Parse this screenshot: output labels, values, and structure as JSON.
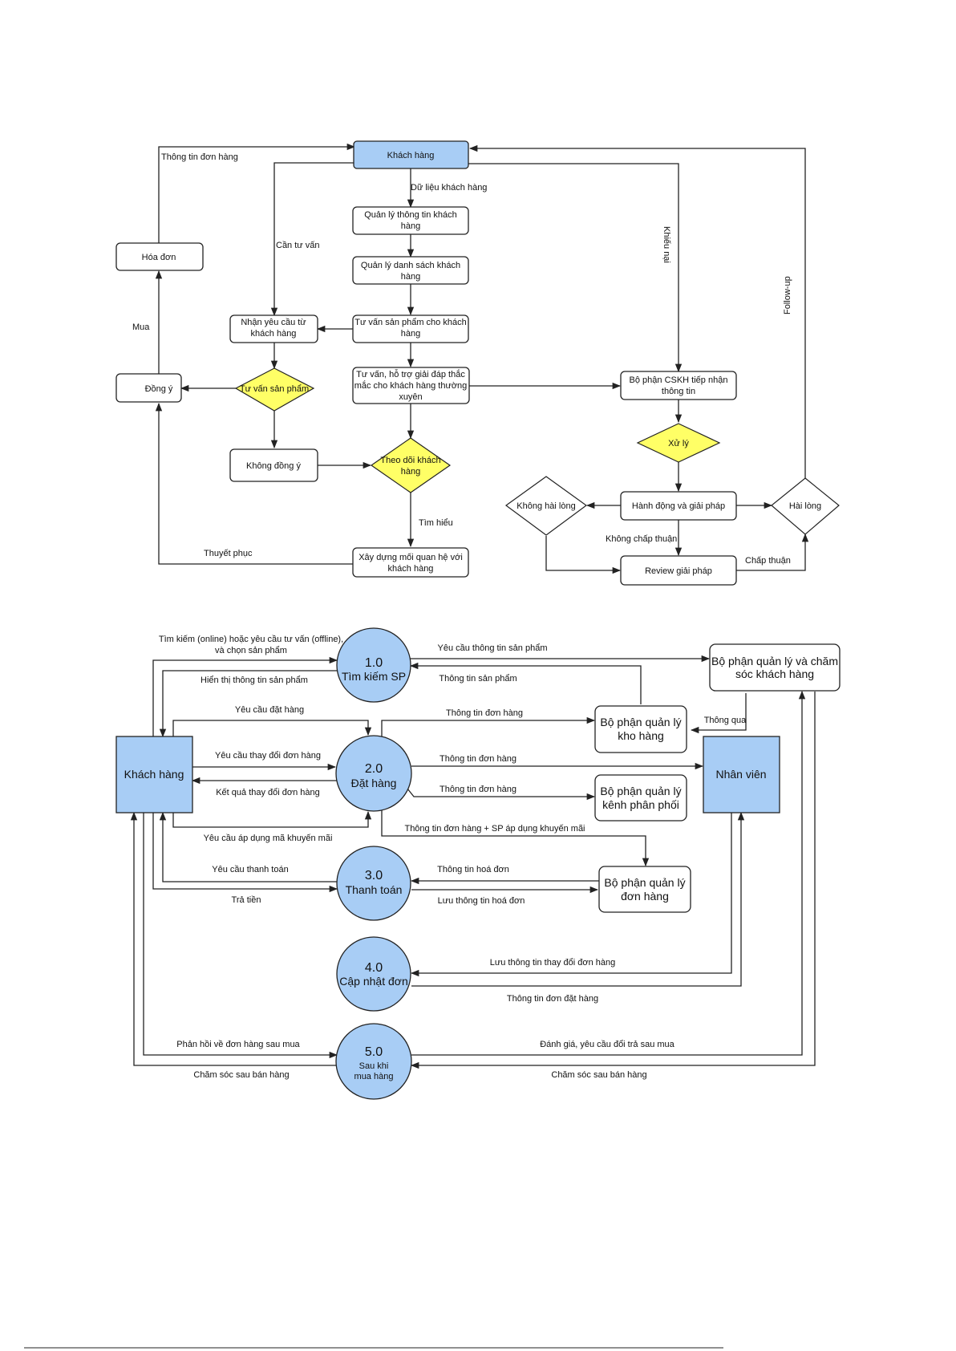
{
  "colors": {
    "node_blue": "#a8cdf5",
    "decision_yellow": "#ffff66",
    "line": "#222222"
  },
  "flowchart": {
    "nodes": {
      "khach_hang": "Khách hàng",
      "ql_thong_tin": [
        "Quản lý thông tin khách",
        "hàng"
      ],
      "ql_danh_sach": [
        "Quản lý danh sách khách",
        "hàng"
      ],
      "tu_van_sp": [
        "Tư vấn sản phẩm cho khách",
        "hàng"
      ],
      "tu_van_ho_tro": [
        "Tư vấn, hỗ trợ giải đáp thắc",
        "mắc cho khách hàng thường",
        "xuyên"
      ],
      "nhan_yeu_cau": [
        "Nhận yêu cầu từ",
        "khách hàng"
      ],
      "tu_van_decision": "Tư vấn sản phẩm",
      "dong_y": "Đồng ý",
      "hoa_don": "Hóa đơn",
      "khong_dong_y": "Không đồng ý",
      "theo_doi": [
        "Theo dõi khách",
        "hàng"
      ],
      "xay_dung": [
        "Xây dựng mối quan hệ với",
        "khách hàng"
      ],
      "bo_phan_cskh": [
        "Bộ phận CSKH tiếp nhận",
        "thông tin"
      ],
      "xu_ly": "Xử lý",
      "hanh_dong": "Hành động và giải pháp",
      "khong_hai_long": "Không hài lòng",
      "hai_long": "Hài lòng",
      "review": "Review giải pháp"
    },
    "edges": {
      "thong_tin_don_hang": "Thông tin đơn hàng",
      "du_lieu_kh": "Dữ liệu khách hàng",
      "can_tu_van": "Cần tư vấn",
      "khieu_nai": "Khiếu nại",
      "follow_up": "Follow-up",
      "mua": "Mua",
      "tim_hieu": "Tìm hiểu",
      "thuyet_phuc": "Thuyết phục",
      "khong_chap_thuan": "Không chấp thuận",
      "chap_thuan": "Chấp thuận"
    }
  },
  "dfd": {
    "entities": {
      "khach_hang": "Khách hàng",
      "nhan_vien": "Nhân viên",
      "bp_cham_soc": [
        "Bộ phận quản lý và chăm",
        "sóc khách hàng"
      ],
      "bp_kho": [
        "Bộ phận quản lý",
        "kho hàng"
      ],
      "bp_kenh": [
        "Bộ phận quản lý",
        "kênh phân phối"
      ],
      "bp_don_hang": [
        "Bộ phận quản lý",
        "đơn hàng"
      ]
    },
    "processes": {
      "p1": {
        "num": "1.0",
        "name": [
          "Tìm kiếm SP"
        ]
      },
      "p2": {
        "num": "2.0",
        "name": [
          "Đặt hàng"
        ]
      },
      "p3": {
        "num": "3.0",
        "name": [
          "Thanh toán"
        ]
      },
      "p4": {
        "num": "4.0",
        "name": [
          "Cập nhật đơn"
        ]
      },
      "p5": {
        "num": "5.0",
        "name": [
          "Sau khi",
          "mua hàng"
        ]
      }
    },
    "flows": {
      "tim_kiem": [
        "Tìm kiếm (online) hoặc yêu cầu tư vấn (offline),",
        "và chọn sản phẩm"
      ],
      "hien_thi": "Hiển thị thông tin sản phẩm",
      "yc_thong_tin_sp": "Yêu cầu thông tin sản phẩm",
      "thong_tin_sp": "Thông tin sản phẩm",
      "yc_dat_hang": "Yêu cầu đặt hàng",
      "ttdh_kho": "Thông tin đơn hàng",
      "thong_qua": "Thông qua",
      "yc_thay_doi": "Yêu cầu thay đổi đơn hàng",
      "kq_thay_doi": "Kết quả thay đổi đơn hàng",
      "ttdh_nv": "Thông tin đơn hàng",
      "ttdh_kenh": "Thông tin đơn hàng",
      "yc_khuyen_mai": "Yêu cầu áp dụng mã khuyến mãi",
      "ttdh_km": "Thông tin đơn hàng + SP áp dụng khuyến mãi",
      "yc_thanh_toan": "Yêu cầu thanh toán",
      "tra_tien": "Trả tiền",
      "tt_hoa_don": "Thông tin hoá đơn",
      "luu_hoa_don": "Lưu thông tin hoá đơn",
      "luu_thay_doi": "Lưu thông tin thay đổi đơn hàng",
      "tt_dat_hang": "Thông tin đơn đặt hàng",
      "phan_hoi": "Phản hồi về đơn hàng sau mua",
      "cham_soc_l": "Chăm sóc sau bán hàng",
      "danh_gia": "Đánh giá, yêu cầu đổi trả sau mua",
      "cham_soc_r": "Chăm sóc sau bán hàng"
    }
  }
}
